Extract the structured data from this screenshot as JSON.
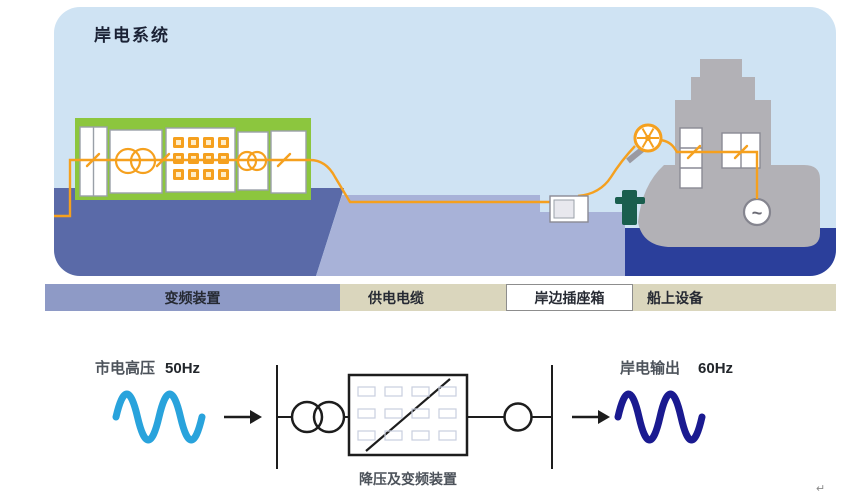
{
  "scene": {
    "title": "岸电系统",
    "generator_symbol": "~"
  },
  "legend": {
    "items": [
      {
        "label": "变频装置"
      },
      {
        "label": "供电电缆"
      },
      {
        "label": "岸边插座箱"
      },
      {
        "label": "船上设备"
      }
    ]
  },
  "schematic": {
    "input": {
      "label": "市电高压",
      "freq": "50Hz"
    },
    "device_label": "降压及变频装置",
    "output": {
      "label": "岸电输出",
      "freq": "60Hz"
    }
  },
  "artifact_mark": "↵",
  "colors": {
    "panel_bg": "#cfe3f3",
    "dock": "#5a6aa8",
    "quay": "#a8b2d8",
    "water": "#2b3f9b",
    "building": "#8cc63e",
    "cabinet": "#ffffff",
    "orange": "#f5a01e",
    "ship": "#b2b1b6",
    "legend_vfd": "#8e9ac6",
    "legend_beige": "#dad6bd",
    "wave_input": "#29a3dc",
    "wave_output": "#1a1a90",
    "schematic_ink": "#1d1d1d"
  }
}
